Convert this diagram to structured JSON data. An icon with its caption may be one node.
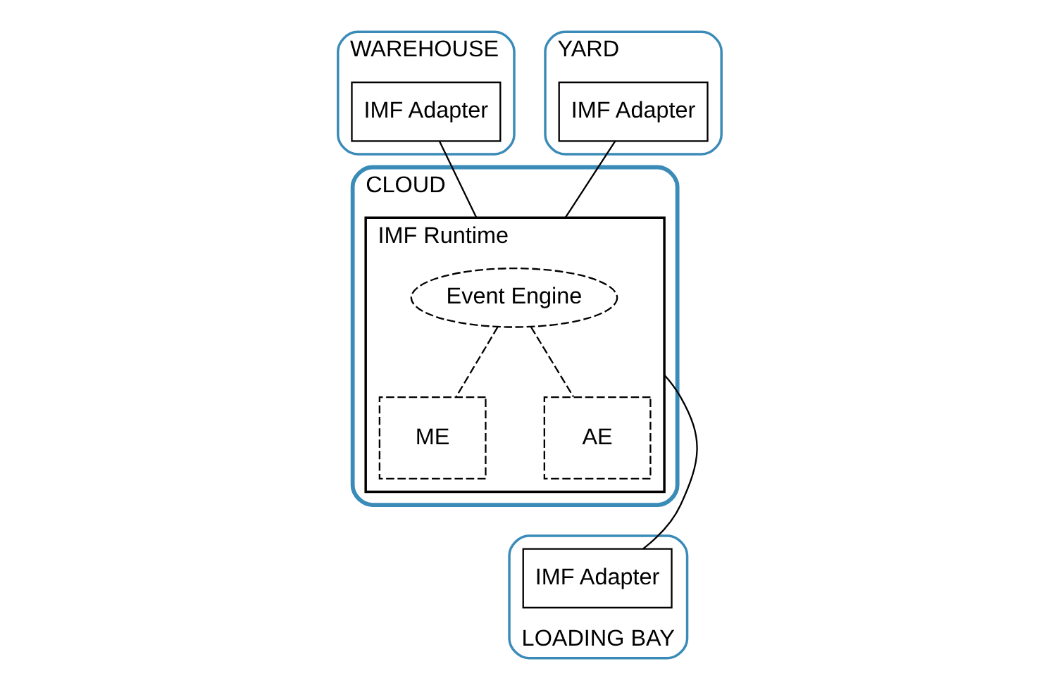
{
  "diagram": {
    "nodes": [
      {
        "text": [],
        "shape": "ellipse",
        "beside": [
          "WAREHOUSE"
        ]
      },
      {
        "text": [
          "IMF Adapter"
        ],
        "in": 0
      },
      {
        "text": [],
        "shape": "ellipse",
        "beside": [
          "YARD"
        ]
      },
      {
        "text": [
          "IMF Adapter"
        ],
        "in": 2
      },
      {
        "text": [],
        "shape": "cloud",
        "beside": [
          "CLOUD"
        ]
      },
      {
        "text": [
          "IMF Runtime"
        ],
        "in": 4
      },
      {
        "text": [
          "Event Engine"
        ],
        "in": 5
      },
      {
        "text": [
          "ME"
        ],
        "in": 5
      },
      {
        "text": [
          "AE"
        ],
        "in": 5
      },
      {
        "text": [],
        "shape": "ellipse",
        "beside": [
          "LOADING BAY"
        ]
      },
      {
        "text": [
          "IMF Adapter"
        ],
        "in": 9
      }
    ],
    "edges": [
      {
        "from": 1,
        "to": 5,
        "arrow": "none"
      },
      {
        "from": 3,
        "to": 5,
        "arrow": "none"
      },
      {
        "from": 10,
        "to": 5,
        "arrow": "none"
      },
      {
        "from": 6,
        "to": 7,
        "arrow": "none",
        "style": "dashed"
      },
      {
        "from": 6,
        "to": 8,
        "arrow": "none",
        "style": "dashed"
      }
    ]
  }
}
